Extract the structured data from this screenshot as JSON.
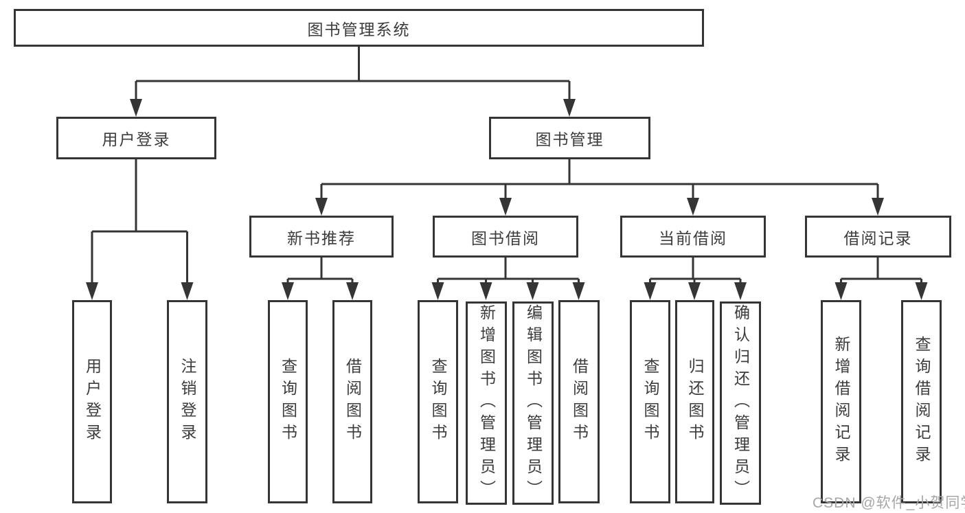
{
  "tree": {
    "root": "图书管理系统",
    "branches": [
      {
        "label": "用户登录",
        "children": [
          "用户登录",
          "注销登录"
        ]
      },
      {
        "label": "图书管理",
        "groups": [
          {
            "label": "新书推荐",
            "children": [
              "查询图书",
              "借阅图书"
            ]
          },
          {
            "label": "图书借阅",
            "children": [
              "查询图书",
              "新增图书（管理员）",
              "编辑图书（管理员）",
              "借阅图书"
            ]
          },
          {
            "label": "当前借阅",
            "children": [
              "查询图书",
              "归还图书",
              "确认归还（管理员）"
            ]
          },
          {
            "label": "借阅记录",
            "children": [
              "新增借阅记录",
              "查询借阅记录"
            ]
          }
        ]
      }
    ]
  },
  "watermark": "CSDN @软件_小贺同学",
  "colors": {
    "line": "#353535",
    "text": "#3c3c3c",
    "watermark": "#a6a6a6",
    "background": "#ffffff"
  }
}
